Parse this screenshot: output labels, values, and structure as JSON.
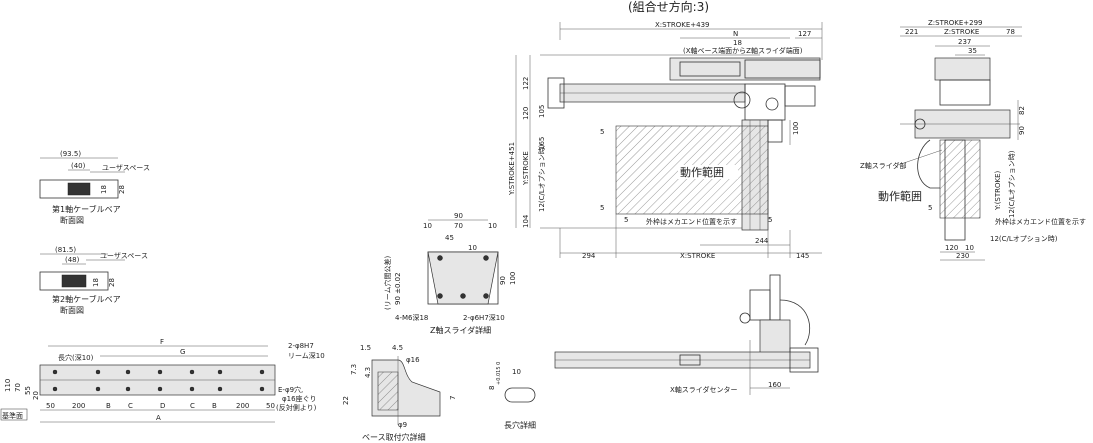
{
  "title": "(組合せ方向:3)",
  "main_view": {
    "x_stroke_439": "X:STROKE+439",
    "n": "N",
    "d127": "127",
    "d18": "18",
    "note_x_base_to_z": "(X軸ベース端面からZ軸スライダ端面)",
    "d122": "122",
    "d120": "120",
    "d105": "105",
    "d165": "165",
    "d5a": "5",
    "d100": "100",
    "y_stroke_451": "Y:STROKE+451",
    "y_stroke": "Y:STROKE",
    "c_opt": "12(C/Lオプション時)",
    "d104": "104",
    "d5b": "5",
    "d5c": "5",
    "d5d": "5",
    "range": "動作範囲",
    "outer_frame_note": "外枠はメカエンド位置を示す",
    "d294": "294",
    "d244": "244",
    "x_stroke": "X:STROKE",
    "d145": "145"
  },
  "side_view": {
    "z_stroke_299": "Z:STROKE+299",
    "d221": "221",
    "z_stroke": "Z:STROKE",
    "d78": "78",
    "d237": "237",
    "d35": "35",
    "d82": "82",
    "d90": "90",
    "z_slider": "Z軸スライダ部",
    "range": "動作範囲",
    "y_stroke": "Y:(STROKE)",
    "c_opt_vert": "12(C/Lオプション時)",
    "d5": "5",
    "outer_frame_note": "外枠はメカエンド位置を示す",
    "c_opt": "12(C/Lオプション時)",
    "d120": "120",
    "d10": "10",
    "d230": "230"
  },
  "cable1": {
    "d93_5": "(93.5)",
    "d40": "(40)",
    "user_space": "ユーザスペース",
    "d18": "18",
    "d28": "28",
    "caption1": "第1軸ケーブルベア",
    "caption2": "断面図"
  },
  "cable2": {
    "d81_5": "(81.5)",
    "d48": "(48)",
    "user_space": "ユーザスペース",
    "d18": "18",
    "d28": "28",
    "caption1": "第2軸ケーブルベア",
    "caption2": "断面図"
  },
  "z_slider_detail": {
    "d90": "90",
    "d10a": "10",
    "d70": "70",
    "d10b": "10",
    "d45": "45",
    "d10c": "10",
    "tol": "(リーム穴間公差)",
    "d90tol": "90 ±0.02",
    "d90r": "90",
    "d100": "100",
    "m6": "4-M6深18",
    "phi6": "2-φ6H7深10",
    "caption": "Z軸スライダ詳細"
  },
  "base_detail": {
    "f": "F",
    "g": "G",
    "phi8": "2-φ8H7",
    "ream": "リーム深10",
    "long_hole": "長穴(深10)",
    "d110": "110",
    "d70": "70",
    "d55": "55",
    "d20": "20",
    "ref": "基準面",
    "e_hole1": "E-φ9穴,",
    "e_hole2": "φ16座ぐり",
    "e_hole3": "(反対側より)",
    "d50a": "50",
    "d200a": "200",
    "b1": "B",
    "c1": "C",
    "dd": "D",
    "c2": "C",
    "b2": "B",
    "d200b": "200",
    "d50b": "50",
    "a": "A"
  },
  "hole_detail": {
    "d1_5": "1.5",
    "d4_5": "4.5",
    "phi16": "φ16",
    "d7_3": "7.3",
    "d4_3": "4.3",
    "d22": "22",
    "d7": "7",
    "phi9": "φ9",
    "caption": "ベース取付穴詳細"
  },
  "slot_detail": {
    "d10": "10",
    "d8": "8",
    "tol": "+0.015 0",
    "caption": "長穴詳細"
  },
  "front_view": {
    "x_slider_center": "X軸スライダセンター",
    "d160": "160"
  }
}
